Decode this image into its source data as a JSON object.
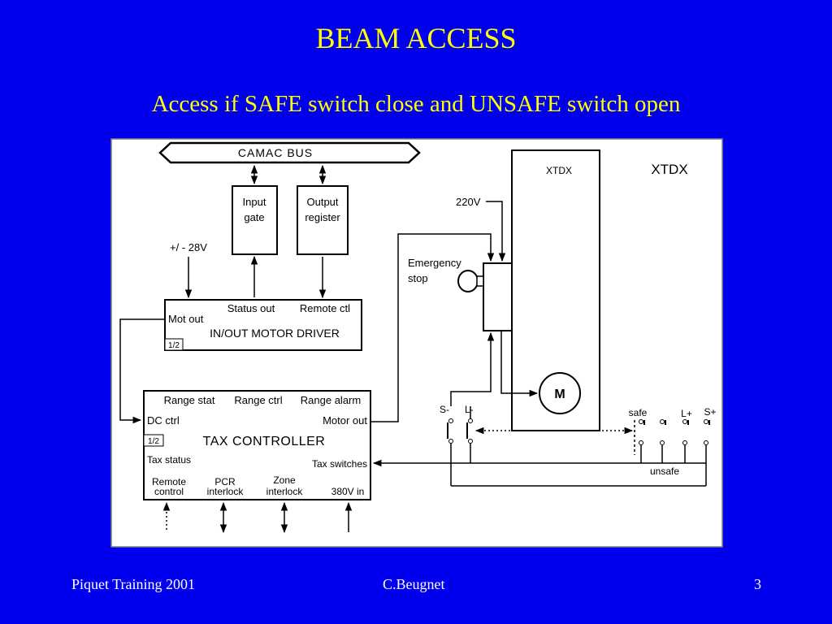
{
  "slide": {
    "title": "BEAM  ACCESS",
    "subtitle": "Access if SAFE switch close and UNSAFE switch open",
    "footer_left": "Piquet Training  2001",
    "footer_center": "C.Beugnet",
    "footer_right": "3"
  },
  "diagram": {
    "camac_bus": "CAMAC  BUS",
    "input_gate": [
      "Input",
      "gate"
    ],
    "output_register": [
      "Output",
      "register"
    ],
    "voltage_28v": "+/ - 28V",
    "motor_driver": {
      "mot_out": "Mot out",
      "status_out": "Status out",
      "remote_ctl": "Remote ctl",
      "title": "IN/OUT MOTOR DRIVER",
      "tag": "1/2"
    },
    "tax_controller": {
      "range_stat": "Range stat",
      "range_ctrl": "Range ctrl",
      "range_alarm": "Range alarm",
      "dc_ctrl": "DC ctrl",
      "motor_out": "Motor out",
      "tag": "1/2",
      "title": "TAX CONTROLLER",
      "tax_status": "Tax status",
      "tax_switches": "Tax switches",
      "remote_control": [
        "Remote",
        "control"
      ],
      "pcr_interlock": [
        "PCR",
        "interlock"
      ],
      "zone_interlock": [
        "Zone",
        "interlock"
      ],
      "v380_in": "380V in"
    },
    "xtdx_small": "XTDX",
    "xtdx_large": "XTDX",
    "v220": "220V",
    "emergency_stop": [
      "Emergency",
      "stop"
    ],
    "motor": "M",
    "switches": {
      "s_minus": "S-",
      "l_minus": "L-",
      "safe": "safe",
      "l_plus": "L+",
      "s_plus": "S+",
      "unsafe": "unsafe"
    }
  }
}
